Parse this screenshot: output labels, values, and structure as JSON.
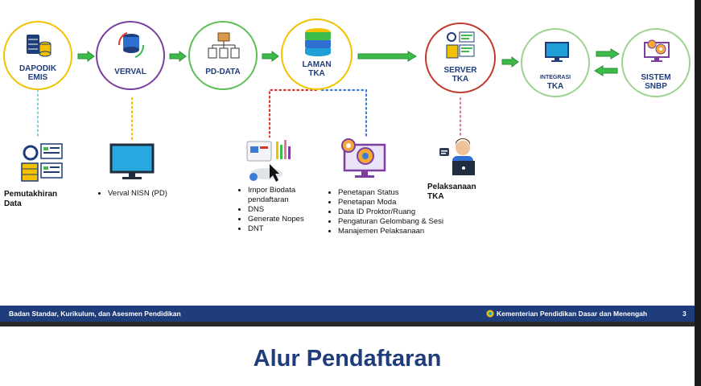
{
  "slide": {
    "nodes": {
      "dapodik": "DAPODIK\nEMIS",
      "verval": "VERVAL",
      "pddata": "PD-DATA",
      "laman": "LAMAN\nTKA",
      "server": "SERVER\nTKA",
      "integrasi_top": "INTEGRASI",
      "integrasi_bottom": "TKA",
      "snbp": "SISTEM\nSNBP"
    },
    "details": {
      "pemutakhiran": "Pemutakhiran\nData",
      "verval_items": [
        "Verval NISN (PD)"
      ],
      "laman_items": [
        "Impor Biodata pendaftaran",
        "DNS",
        "Generate Nopes",
        "DNT"
      ],
      "status_items": [
        "Penetapan Status",
        "Penetapan Moda",
        "Data ID Proktor/Ruang",
        "Pengaturan Gelombang & Sesi",
        "Manajemen Pelaksanaan"
      ],
      "pelaksanaan": "Pelaksanaan\nTKA"
    },
    "footer": {
      "left": "Badan Standar, Kurikulum, dan Asesmen Pendidikan",
      "right": "Kementerian Pendidikan Dasar dan Menengah",
      "page": "3"
    }
  },
  "next_slide": {
    "title": "Alur Pendaftaran"
  },
  "colors": {
    "navy": "#1f3d7a",
    "green_arrow": "#3dbb4a",
    "ring_yellow": "#f2c200",
    "ring_purple": "#7b3fa0",
    "ring_green": "#5cbf55",
    "ring_red": "#c0392b",
    "ring_lightgreen": "#9bd48f",
    "dot_teal": "#8ecfd6",
    "dot_yellow": "#f2c200",
    "dot_red": "#d9342b",
    "dot_blue": "#3a7bd5",
    "dot_pink": "#e07a9a"
  }
}
